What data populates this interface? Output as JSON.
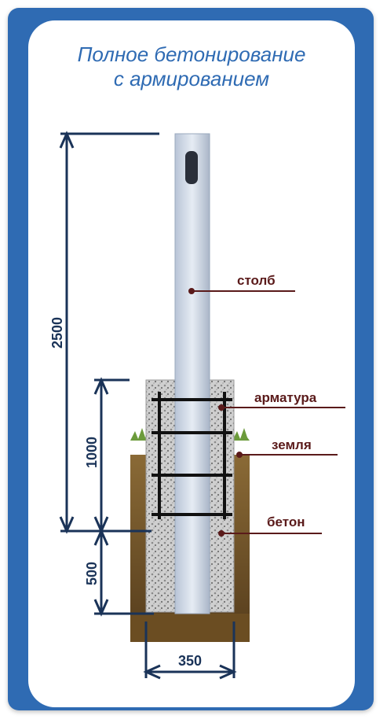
{
  "title": {
    "line1": "Полное бетонирование",
    "line2": "с армированием"
  },
  "labels": {
    "post": "столб",
    "rebar": "арматура",
    "soil": "земля",
    "concrete": "бетон"
  },
  "dimensions": {
    "total_height": "2500",
    "above_ground_height": "1000",
    "depth": "500",
    "width": "350"
  },
  "colors": {
    "frame": "#2f6bb3",
    "title": "#2f6bb3",
    "dimension_lines": "#1a3358",
    "label_text": "#5a1a1a",
    "soil": "#7a5a2c",
    "concrete": "#c8c8c8",
    "post": "#c9d3e2"
  }
}
